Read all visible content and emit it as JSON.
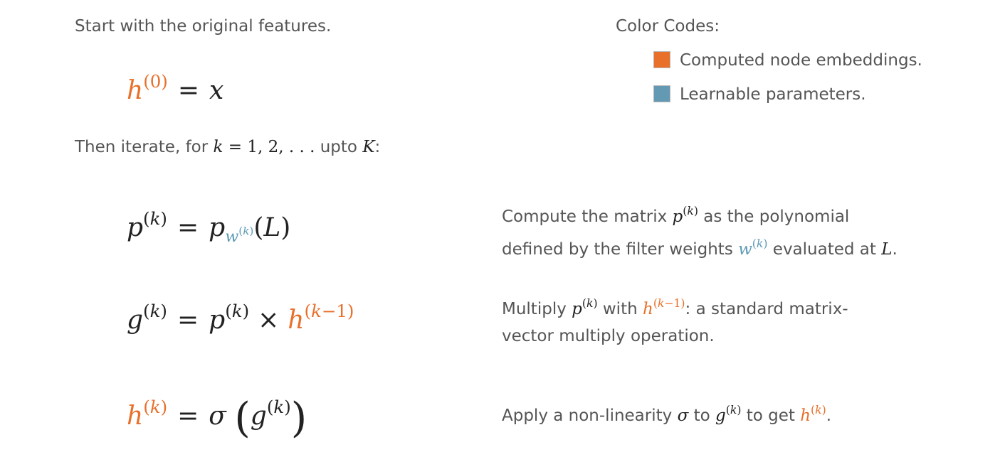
{
  "intro": {
    "start_text": "Start with the original features.",
    "iterate_prefix": "Then iterate, for ",
    "iterate_mid": " upto ",
    "iterate_suffix": ":"
  },
  "legend": {
    "title": "Color Codes:",
    "items": [
      {
        "label": "Computed node embeddings.",
        "color": "#e8702a"
      },
      {
        "label": "Learnable parameters.",
        "color": "#6499b4"
      }
    ]
  },
  "notes": {
    "p": {
      "line1_pre": "Compute the matrix ",
      "line1_post": " as the polynomial",
      "line2_pre": "defined by the filter weights ",
      "line2_mid": " evaluated at ",
      "line2_post": "."
    },
    "g": {
      "line1_pre": "Multiply ",
      "line1_mid": " with ",
      "line1_post": ": a standard matrix-",
      "line2": "vector multiply operation."
    },
    "h": {
      "pre": "Apply a non-linearity ",
      "mid1": " to ",
      "mid2": " to get ",
      "post": "."
    }
  },
  "colors": {
    "orange": "#e8702a",
    "blue": "#5b9ab6",
    "text": "#555555"
  }
}
